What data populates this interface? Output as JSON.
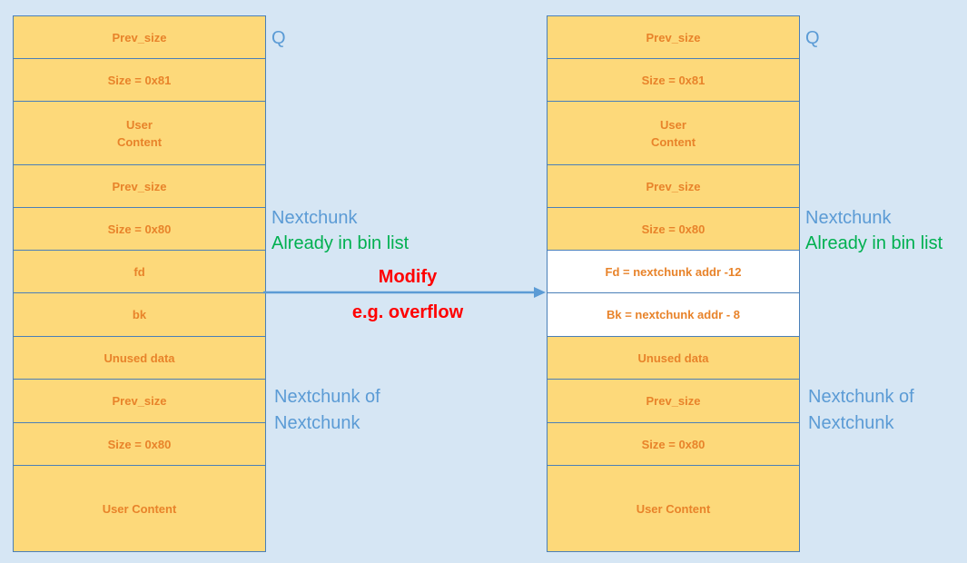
{
  "left_stack": {
    "cells": [
      {
        "lines": [
          "Prev_size"
        ]
      },
      {
        "lines": [
          "Size = 0x81"
        ]
      },
      {
        "lines": [
          "User",
          "Content"
        ]
      },
      {
        "lines": [
          "Prev_size"
        ]
      },
      {
        "lines": [
          "Size = 0x80"
        ]
      },
      {
        "lines": [
          "fd"
        ]
      },
      {
        "lines": [
          "bk"
        ]
      },
      {
        "lines": [
          "Unused data"
        ]
      },
      {
        "lines": [
          "Prev_size"
        ]
      },
      {
        "lines": [
          "Size = 0x80"
        ]
      },
      {
        "lines": [
          "User Content"
        ]
      }
    ]
  },
  "right_stack": {
    "cells": [
      {
        "lines": [
          "Prev_size"
        ]
      },
      {
        "lines": [
          "Size = 0x81"
        ]
      },
      {
        "lines": [
          "User",
          "Content"
        ]
      },
      {
        "lines": [
          "Prev_size"
        ]
      },
      {
        "lines": [
          "Size = 0x80"
        ]
      },
      {
        "lines": [
          "Fd = nextchunk addr -12"
        ],
        "highlight": true
      },
      {
        "lines": [
          "Bk = nextchunk addr - 8"
        ],
        "highlight": true
      },
      {
        "lines": [
          "Unused data"
        ]
      },
      {
        "lines": [
          "Prev_size"
        ]
      },
      {
        "lines": [
          "Size = 0x80"
        ]
      },
      {
        "lines": [
          "User Content"
        ]
      }
    ]
  },
  "labels": {
    "q": "Q",
    "nextchunk": "Nextchunk",
    "bin_list": "Already in bin list",
    "nextchunk_of_line1": "Nextchunk of",
    "nextchunk_of_line2": "Nextchunk"
  },
  "arrow": {
    "top_label": "Modify",
    "bottom_label": "e.g. overflow"
  },
  "colors": {
    "cell_fill": "#fdd97a",
    "cell_text": "#e8832a",
    "cell_border": "#4a7fb8",
    "highlight_fill": "#ffffff",
    "label_blue": "#5b9bd5",
    "label_green": "#00b050",
    "arrow_text_red": "#ff0000",
    "arrow_line": "#5b9bd5",
    "background": "#d6e6f4"
  }
}
